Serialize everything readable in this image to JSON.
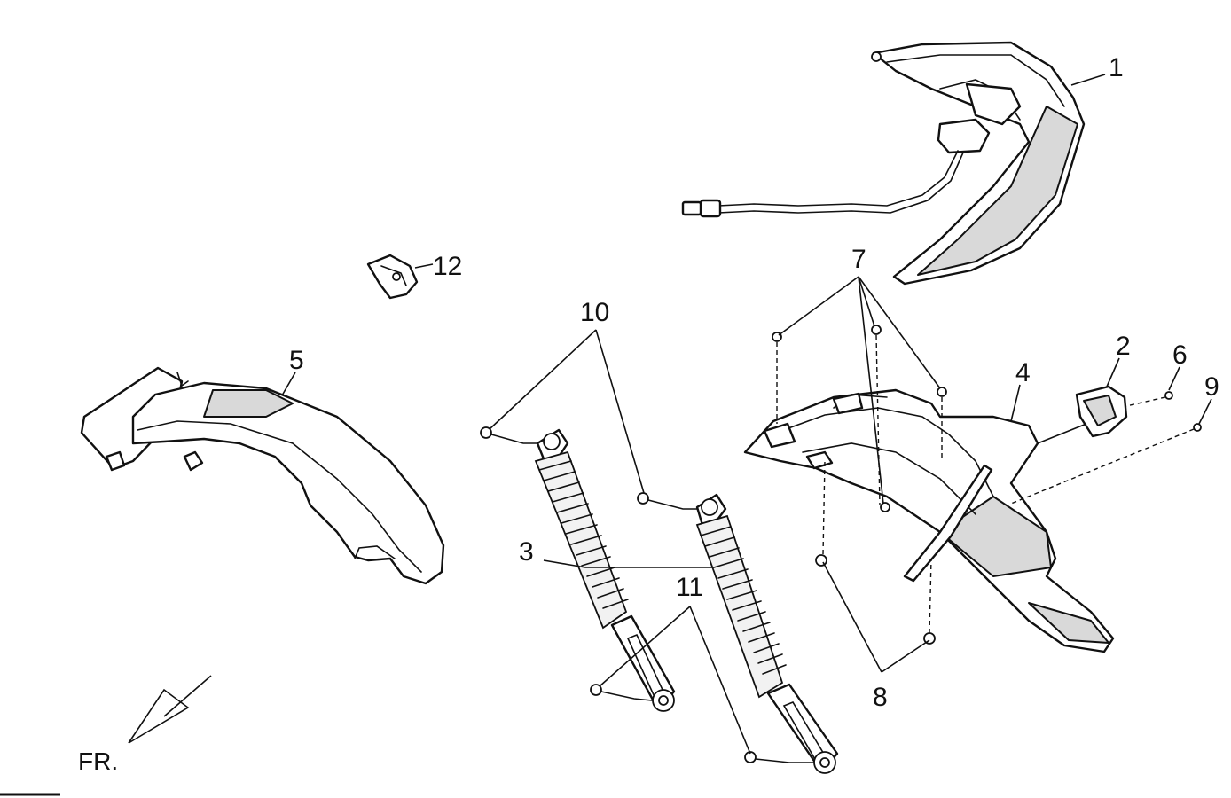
{
  "diagram": {
    "orientation_label": "FR.",
    "callouts": [
      {
        "id": "1",
        "label": "1"
      },
      {
        "id": "2",
        "label": "2"
      },
      {
        "id": "3",
        "label": "3"
      },
      {
        "id": "4",
        "label": "4"
      },
      {
        "id": "5",
        "label": "5"
      },
      {
        "id": "6",
        "label": "6"
      },
      {
        "id": "7",
        "label": "7"
      },
      {
        "id": "8",
        "label": "8"
      },
      {
        "id": "9",
        "label": "9"
      },
      {
        "id": "10",
        "label": "10"
      },
      {
        "id": "11",
        "label": "11"
      },
      {
        "id": "12",
        "label": "12"
      }
    ]
  }
}
